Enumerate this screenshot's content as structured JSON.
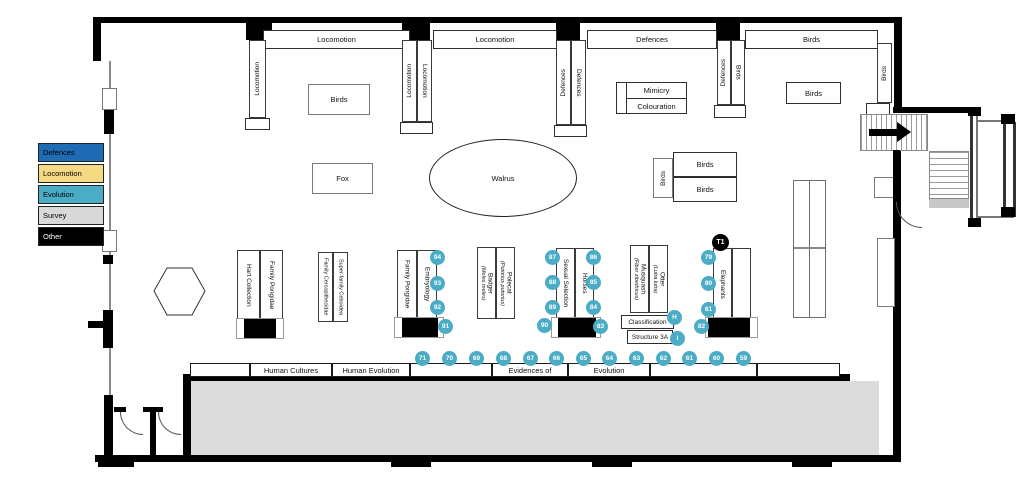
{
  "legend": {
    "items": [
      {
        "label": "Defences",
        "bg": "#1F6CB5",
        "fg": "#000000"
      },
      {
        "label": "Locomotion",
        "bg": "#F6D983",
        "fg": "#000000"
      },
      {
        "label": "Evolution",
        "bg": "#4BACC6",
        "fg": "#000000"
      },
      {
        "label": "Survey",
        "bg": "#D9D9D9",
        "fg": "#000000"
      },
      {
        "label": "Other",
        "bg": "#000000",
        "fg": "#FFFFFF"
      }
    ]
  },
  "top_cases": {
    "h1": "Locomotion",
    "h2": "Locomotion",
    "h3": "Defences",
    "h4": "Birds",
    "vA": "Locomotion",
    "vB1": "Locomotion",
    "vB2": "Locomotion",
    "vC1": "Defences",
    "vC2": "Defences",
    "vD1": "Defences",
    "vD2": "Birds",
    "vR": "Birds"
  },
  "exhibits": {
    "birds_top": "Birds",
    "fox": "Fox",
    "walrus": "Walrus",
    "mimicry": "Mimicry",
    "colouration": "Colouration",
    "birds_right": "Birds",
    "birds_mid_v": "Birds",
    "birds_mid_a": "Birds",
    "birds_mid_b": "Birds"
  },
  "gallery_cases": [
    {
      "left": "Hart Collection",
      "right": "Family Pongidae"
    },
    {
      "left": "Family Cercopithecidae",
      "right": "Super-family Ceboidea"
    },
    {
      "left": "Family Pongidae",
      "right": "Embryology"
    },
    {
      "left": "Badger",
      "left_sci": "(Meles meles)",
      "right": "Polecat",
      "right_sci": "(Putorius putorius)"
    },
    {
      "left": "Sexual Selection",
      "right": "Horses"
    },
    {
      "left": "Musquash",
      "left_sci": "(Fiber zibethicus)",
      "right": "Otter",
      "right_sci": "(Lutra lutra)"
    },
    {
      "left": "Elephants",
      "right": ""
    }
  ],
  "annotations": {
    "classification": "Classification",
    "structure": "Structure 3A",
    "t1": "T1",
    "h": "H",
    "i": "I"
  },
  "bottom_bar": {
    "segments": [
      "",
      "Human Cultures",
      "Human Evolution",
      "",
      "Evidences of",
      "Evolution",
      "",
      ""
    ]
  },
  "markers": {
    "embryology": [
      "94",
      "93",
      "92",
      "91"
    ],
    "sexual_selection": [
      "87",
      "88",
      "89",
      "90"
    ],
    "horses": [
      "86",
      "85",
      "84",
      "83"
    ],
    "elephants": [
      "79",
      "80",
      "81",
      "82"
    ],
    "bottom": [
      "71",
      "70",
      "69",
      "68",
      "67",
      "66",
      "65",
      "64",
      "63",
      "62",
      "61",
      "60",
      "59"
    ]
  },
  "colors": {
    "marker": "#4BACC6",
    "marker_text": "#FFFFFF",
    "floor": "#DCDCDC",
    "wall": "#000000",
    "legend_blue": "#1F6CB5",
    "legend_yellow": "#F6D983",
    "legend_teal": "#4BACC6",
    "legend_gray": "#D9D9D9"
  }
}
